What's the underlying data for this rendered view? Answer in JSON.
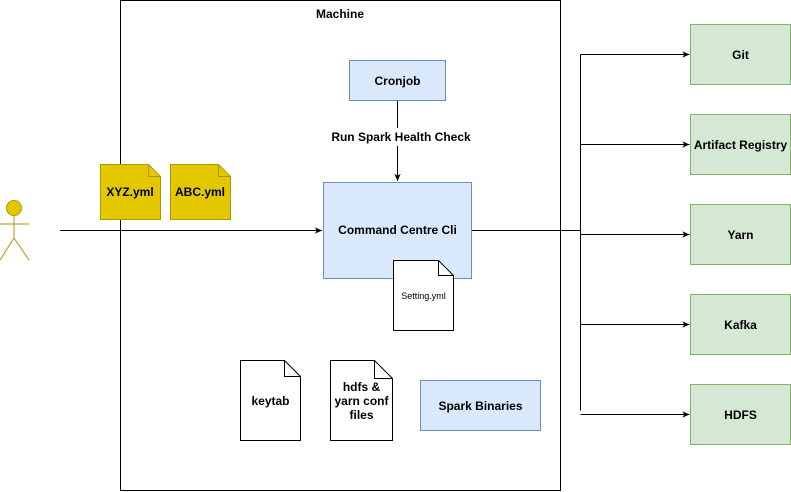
{
  "machine": {
    "title": "Machine"
  },
  "cronjob": {
    "label": "Cronjob"
  },
  "edge_label": "Run Spark Health Check",
  "cli": {
    "label": "Command Centre Cli"
  },
  "files": {
    "xyz": "XYZ.yml",
    "abc": "ABC.yml",
    "setting": "Setting.yml",
    "keytab": "keytab",
    "hdfs_conf_lines": [
      "hdfs &",
      "yarn conf",
      "files"
    ]
  },
  "spark_binaries": {
    "label": "Spark Binaries"
  },
  "services": [
    "Git",
    "Artifact Registry",
    "Yarn",
    "Kafka",
    "HDFS"
  ],
  "colors": {
    "blue_fill": "#dae8fc",
    "blue_stroke": "#6c8ebf",
    "green_fill": "#d5e8d4",
    "green_stroke": "#82b366",
    "yellow_fill": "#e3c800",
    "yellow_stroke": "#b09500",
    "actor_fill": "#e3c800",
    "actor_stroke": "#b09500"
  }
}
